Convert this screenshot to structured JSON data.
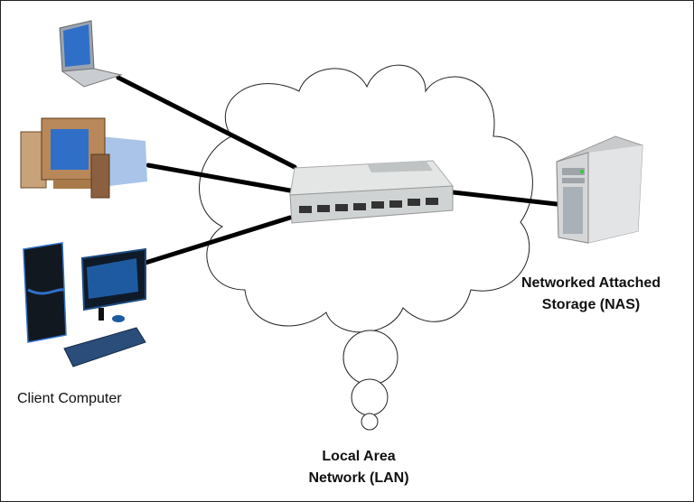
{
  "labels": {
    "client": "Client Computer",
    "nas_line1": "Networked Attached",
    "nas_line2": "Storage (NAS)",
    "lan_line1": "Local Area",
    "lan_line2": "Network (LAN)"
  },
  "colors": {
    "cable": "#000000",
    "cloud_stroke": "#222222",
    "switch": "#d9dcdc",
    "screen_blue": "#2f6fc8",
    "server": "#c8cacc"
  }
}
